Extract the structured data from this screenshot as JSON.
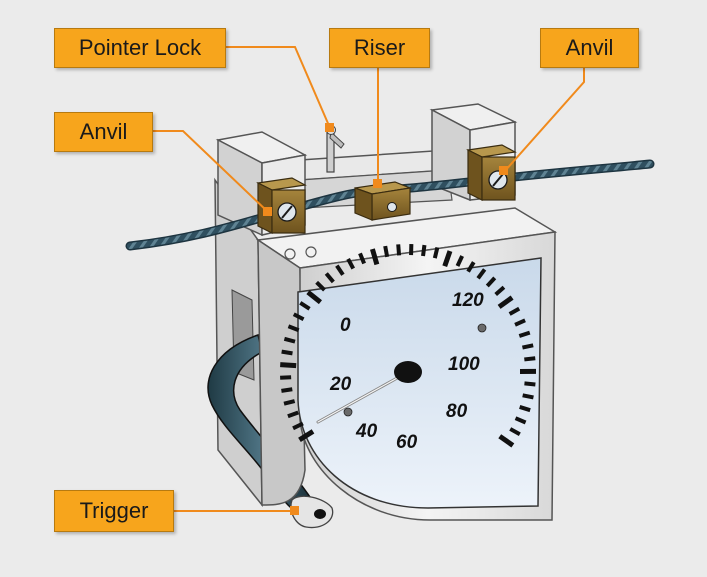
{
  "colors": {
    "background": "#ebebeb",
    "label_fill": "#f7a51c",
    "label_border": "#b77a10",
    "leader_line": "#f08a1c",
    "dial_face": "#dde8f4",
    "housing": "#e6e6e6",
    "anvil_block": "#8a6a2a",
    "cable": "#2f4f5f"
  },
  "callouts": {
    "pointer_lock": "Pointer Lock",
    "riser": "Riser",
    "anvil_right": "Anvil",
    "anvil_left": "Anvil",
    "trigger": "Trigger"
  },
  "dial": {
    "scale_labels": [
      "0",
      "20",
      "40",
      "60",
      "80",
      "100",
      "120"
    ]
  }
}
